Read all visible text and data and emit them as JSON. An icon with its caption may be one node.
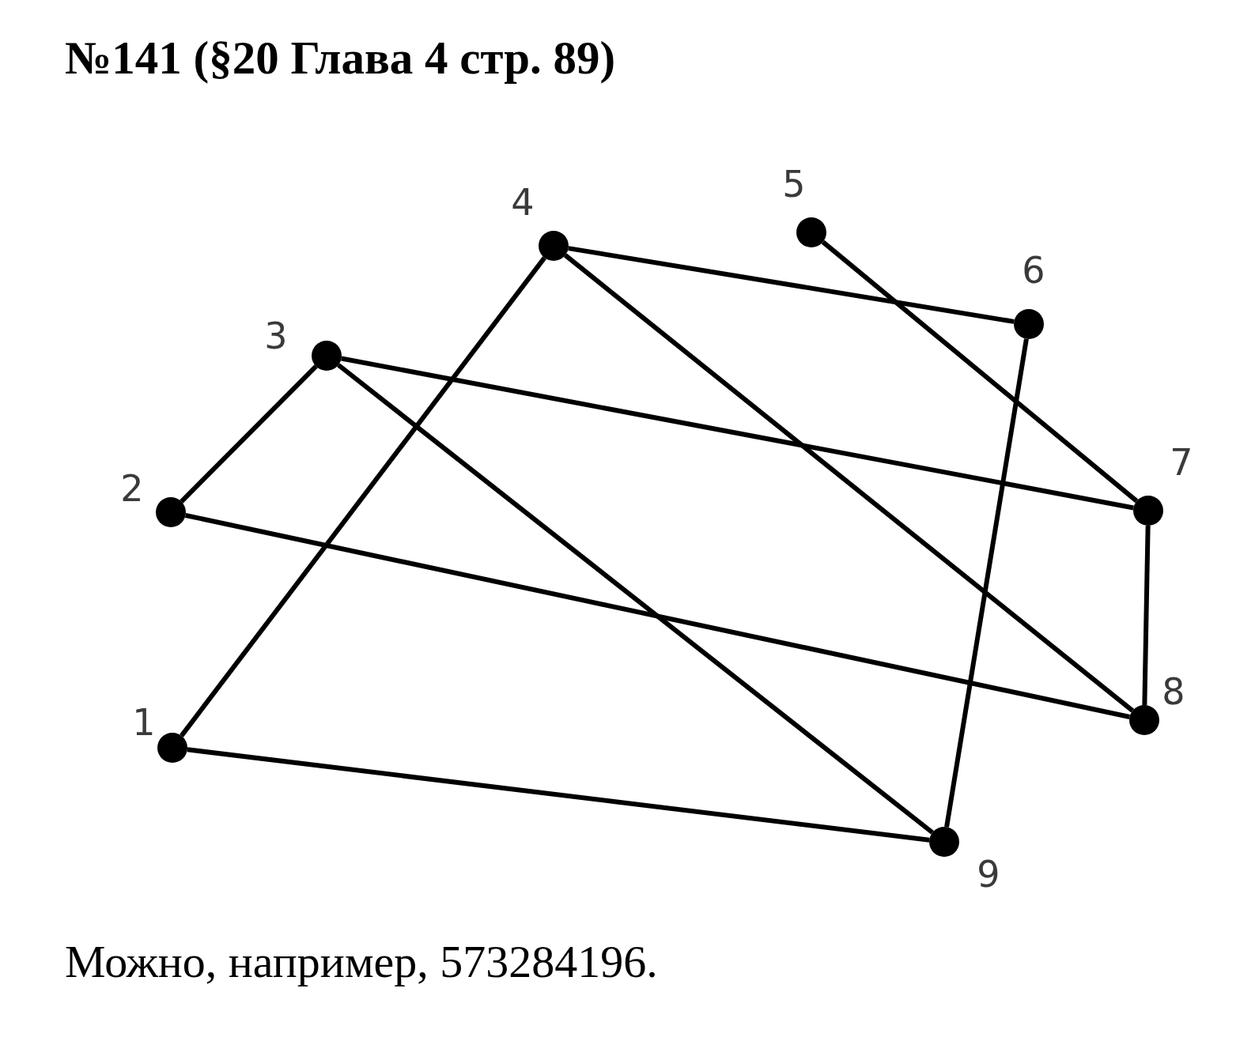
{
  "diagram": {
    "title": "№141 (§20 Глава 4 стр. 89)",
    "caption": "Можно, например, 573284196.",
    "nodes": [
      {
        "text": [],
        "shape": "circle",
        "beside": [
          "1"
        ]
      },
      {
        "text": [],
        "shape": "circle",
        "beside": [
          "2"
        ]
      },
      {
        "text": [],
        "shape": "circle",
        "beside": [
          "3"
        ]
      },
      {
        "text": [],
        "shape": "circle",
        "beside": [
          "4"
        ]
      },
      {
        "text": [],
        "shape": "circle",
        "beside": [
          "5"
        ]
      },
      {
        "text": [],
        "shape": "circle",
        "beside": [
          "6"
        ]
      },
      {
        "text": [],
        "shape": "circle",
        "beside": [
          "7"
        ]
      },
      {
        "text": [],
        "shape": "circle",
        "beside": [
          "8"
        ]
      },
      {
        "text": [],
        "shape": "circle",
        "beside": [
          "9"
        ]
      }
    ],
    "edges": [
      {
        "from": 0,
        "to": 3,
        "arrow": "none"
      },
      {
        "from": 0,
        "to": 8,
        "arrow": "none"
      },
      {
        "from": 1,
        "to": 2,
        "arrow": "none"
      },
      {
        "from": 1,
        "to": 7,
        "arrow": "none"
      },
      {
        "from": 2,
        "to": 6,
        "arrow": "none"
      },
      {
        "from": 2,
        "to": 8,
        "arrow": "none"
      },
      {
        "from": 3,
        "to": 5,
        "arrow": "none"
      },
      {
        "from": 3,
        "to": 7,
        "arrow": "none"
      },
      {
        "from": 4,
        "to": 6,
        "arrow": "none"
      },
      {
        "from": 5,
        "to": 8,
        "arrow": "none"
      },
      {
        "from": 6,
        "to": 7,
        "arrow": "none"
      }
    ]
  }
}
